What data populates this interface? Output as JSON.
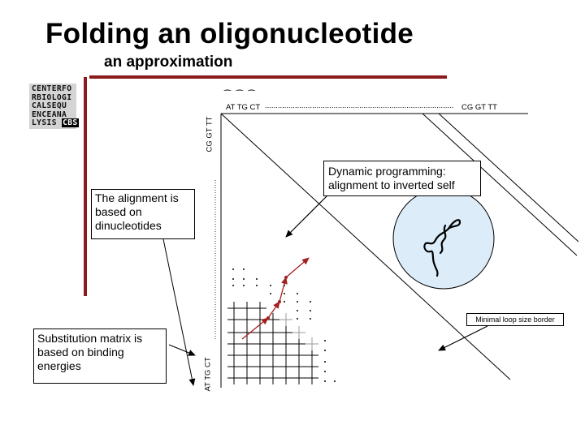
{
  "title": "Folding an oligonucleotide",
  "subtitle": "an approximation",
  "logo": {
    "rows": [
      "CENTERFO",
      "RBIOLOGI",
      "CALSEQU",
      "ENCEANA",
      "LYSIS"
    ],
    "badge": "CBS"
  },
  "sequence": {
    "top_left": "AT TG CT",
    "top_dots": "........................................................................................",
    "top_right": "CG GT TT",
    "left_top_rotated": "CG GT TT",
    "left_bottom_rotated": "AT TG CT",
    "brackets": "⁀ ⁀ ⁀"
  },
  "callouts": {
    "dynamic_programming": "Dynamic programming: alignment to inverted self",
    "dinucleotides": "The alignment is based on dinucleotides",
    "substitution": "Substitution matrix is based on binding energies",
    "min_loop": "Minimal loop size border"
  },
  "colors": {
    "accent_bar": "#8b1a1a",
    "traceback": "#a32020",
    "circle_fill": "#dcecf8"
  }
}
